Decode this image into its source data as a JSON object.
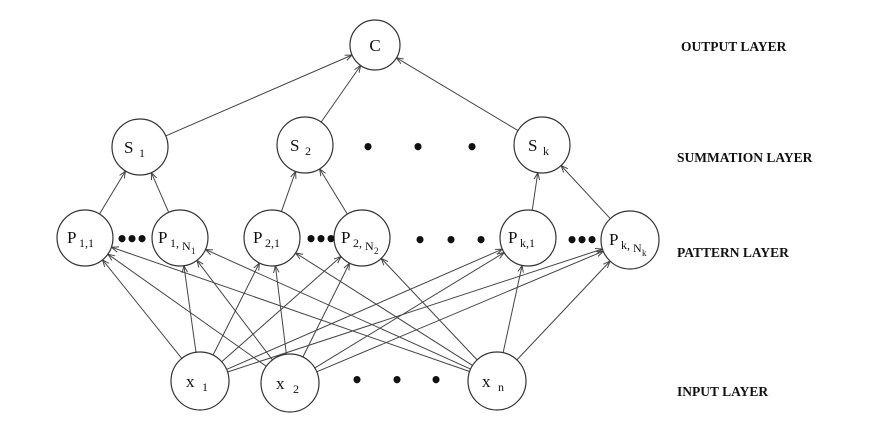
{
  "layers": {
    "output": "OUTPUT LAYER",
    "summation": "SUMMATION LAYER",
    "pattern": "PATTERN LAYER",
    "input": "INPUT LAYER"
  },
  "nodes": {
    "output": {
      "main": "C"
    },
    "summation": [
      {
        "main": "S",
        "sub": "1"
      },
      {
        "main": "S",
        "sub": "2"
      },
      {
        "main": "S",
        "sub": "k"
      }
    ],
    "pattern": [
      {
        "main": "P",
        "sub": "1,1"
      },
      {
        "main": "P",
        "sub": "1,",
        "subsub_base": "N",
        "subsub": "1"
      },
      {
        "main": "P",
        "sub": "2,1"
      },
      {
        "main": "P",
        "sub": "2,",
        "subsub_base": "N",
        "subsub": "2"
      },
      {
        "main": "P",
        "sub": "k,1"
      },
      {
        "main": "P",
        "sub": "k,",
        "subsub_base": "N",
        "subsub": "k"
      }
    ],
    "input": [
      {
        "main": "x",
        "sub": "1"
      },
      {
        "main": "x",
        "sub": "2"
      },
      {
        "main": "x",
        "sub": "n"
      }
    ]
  },
  "ellipsis": {
    "dot": "•"
  },
  "colors": {
    "line": "#444444",
    "text": "#111111",
    "background": "#ffffff"
  }
}
